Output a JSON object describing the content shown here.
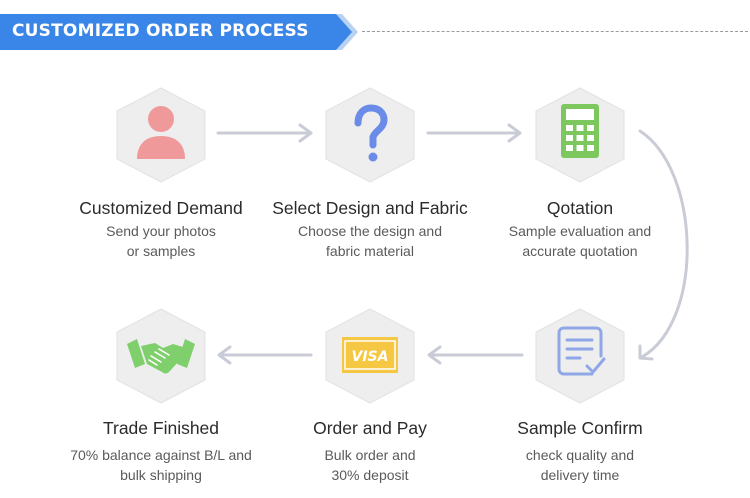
{
  "header": {
    "title": "CUSTOMIZED ORDER PROCESS"
  },
  "colors": {
    "banner_blue": "#3a86e8",
    "arrow_gray": "#c9ccd6",
    "person_pink": "#f0999a",
    "question_blue": "#6b8be8",
    "calculator_green": "#7cc85e",
    "document_blue": "#8fa7e6",
    "visa_yellow": "#f6c742",
    "handshake_green": "#7fd06c"
  },
  "steps": [
    {
      "id": "demand",
      "title": "Customized Demand",
      "desc": [
        "Send your photos",
        "or samples"
      ],
      "icon": "person-icon"
    },
    {
      "id": "design",
      "title": "Select Design and Fabric",
      "desc": [
        "Choose the design and",
        "fabric material"
      ],
      "icon": "question-mark-icon"
    },
    {
      "id": "quotation",
      "title": "Qotation",
      "desc": [
        "Sample evaluation and",
        "accurate quotation"
      ],
      "icon": "calculator-icon"
    },
    {
      "id": "confirm",
      "title": "Sample Confirm",
      "desc": [
        "check quality and",
        "delivery time"
      ],
      "icon": "document-check-icon"
    },
    {
      "id": "pay",
      "title": "Order and Pay",
      "desc": [
        "Bulk order and",
        "30% deposit"
      ],
      "icon": "visa-card-icon"
    },
    {
      "id": "finished",
      "title": "Trade Finished",
      "desc": [
        "70% balance against B/L and",
        "bulk shipping"
      ],
      "icon": "handshake-icon"
    }
  ],
  "visa_label": "VISA"
}
